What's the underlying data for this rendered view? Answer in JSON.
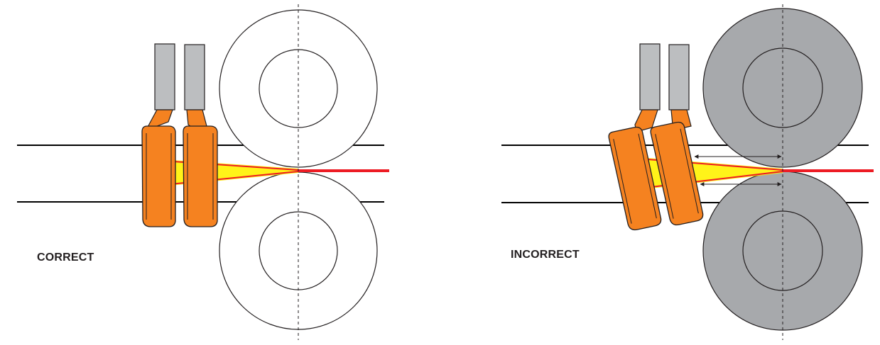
{
  "panels": {
    "correct": {
      "label": "CORRECT",
      "roll_fill": "#ffffff"
    },
    "incorrect": {
      "label": "INCORRECT",
      "roll_fill": "#a7a9ac"
    }
  },
  "colors": {
    "coil_fill": "#f58220",
    "coil_stroke": "#231f20",
    "lead_fill": "#bcbec0",
    "seam_line": "#ed1c24",
    "seam_edge_yellow": "#fff200",
    "roll_stroke": "#231f20",
    "tube_wall": "#000000",
    "centerline": "#231f20"
  },
  "icons": {
    "arrow": "double-headed-arrow"
  }
}
